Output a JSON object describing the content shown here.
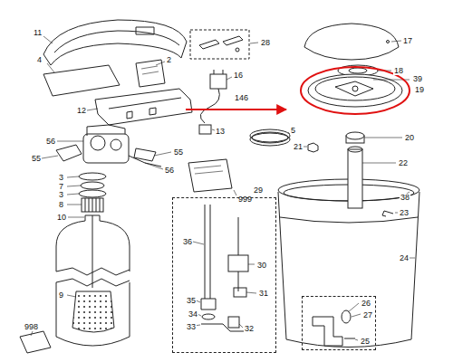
{
  "diagram": {
    "nodes": [
      {
        "text": [
          "29",
          "36",
          "30",
          "31",
          "35",
          "34",
          "33",
          "32"
        ]
      },
      {
        "text": [
          "26",
          "27",
          "25"
        ]
      }
    ],
    "labels": [
      "11",
      "4",
      "2",
      "12",
      "28",
      "16",
      "146",
      "13",
      "5",
      "17",
      "18",
      "39",
      "19",
      "20",
      "21",
      "22",
      "38",
      "23",
      "24",
      "56",
      "55",
      "55",
      "56",
      "3",
      "7",
      "3",
      "8",
      "10",
      "9",
      "998",
      "999"
    ]
  }
}
